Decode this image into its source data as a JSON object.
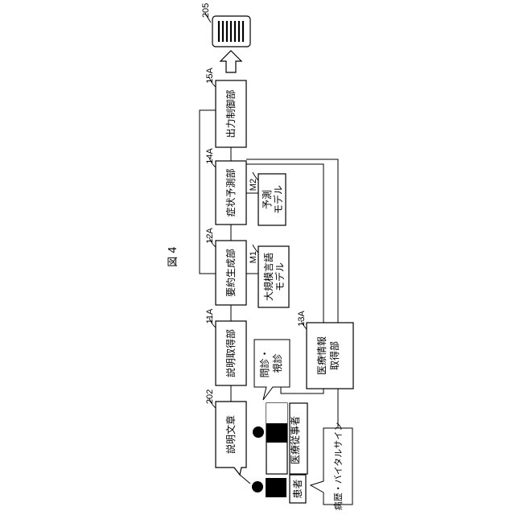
{
  "figure_label": "図 4",
  "blocks": {
    "explanation_document": "説明文章",
    "explanation_acquisition": "説明取得部",
    "summary_generation": "要約生成部",
    "symptom_prediction": "症状予測部",
    "output_control": "出力制御部",
    "large_language_model": [
      "大規模言語",
      "モデル"
    ],
    "prediction_model": [
      "予測",
      "モデル"
    ],
    "medical_info_acquisition": [
      "医療情報",
      "取得部"
    ],
    "patient": "患者",
    "medical_worker": "医療従事者"
  },
  "bubbles": {
    "inquiry": [
      "問診・",
      "視診"
    ],
    "history_vitals": "病歴・バイタルサイン"
  },
  "refs": {
    "display": "205",
    "output_control": "15A",
    "symptom_prediction": "14A",
    "prediction_model": "M2",
    "summary_generation": "12A",
    "large_language_model": "M1",
    "explanation_acquisition": "11A",
    "medical_info_acquisition": "13A",
    "explanation_document": "202"
  },
  "icons": {
    "display": "display-icon",
    "output_arrow": "hollow-arrow-up-icon",
    "patient": "person-icon",
    "medical_worker": "person-icon"
  }
}
